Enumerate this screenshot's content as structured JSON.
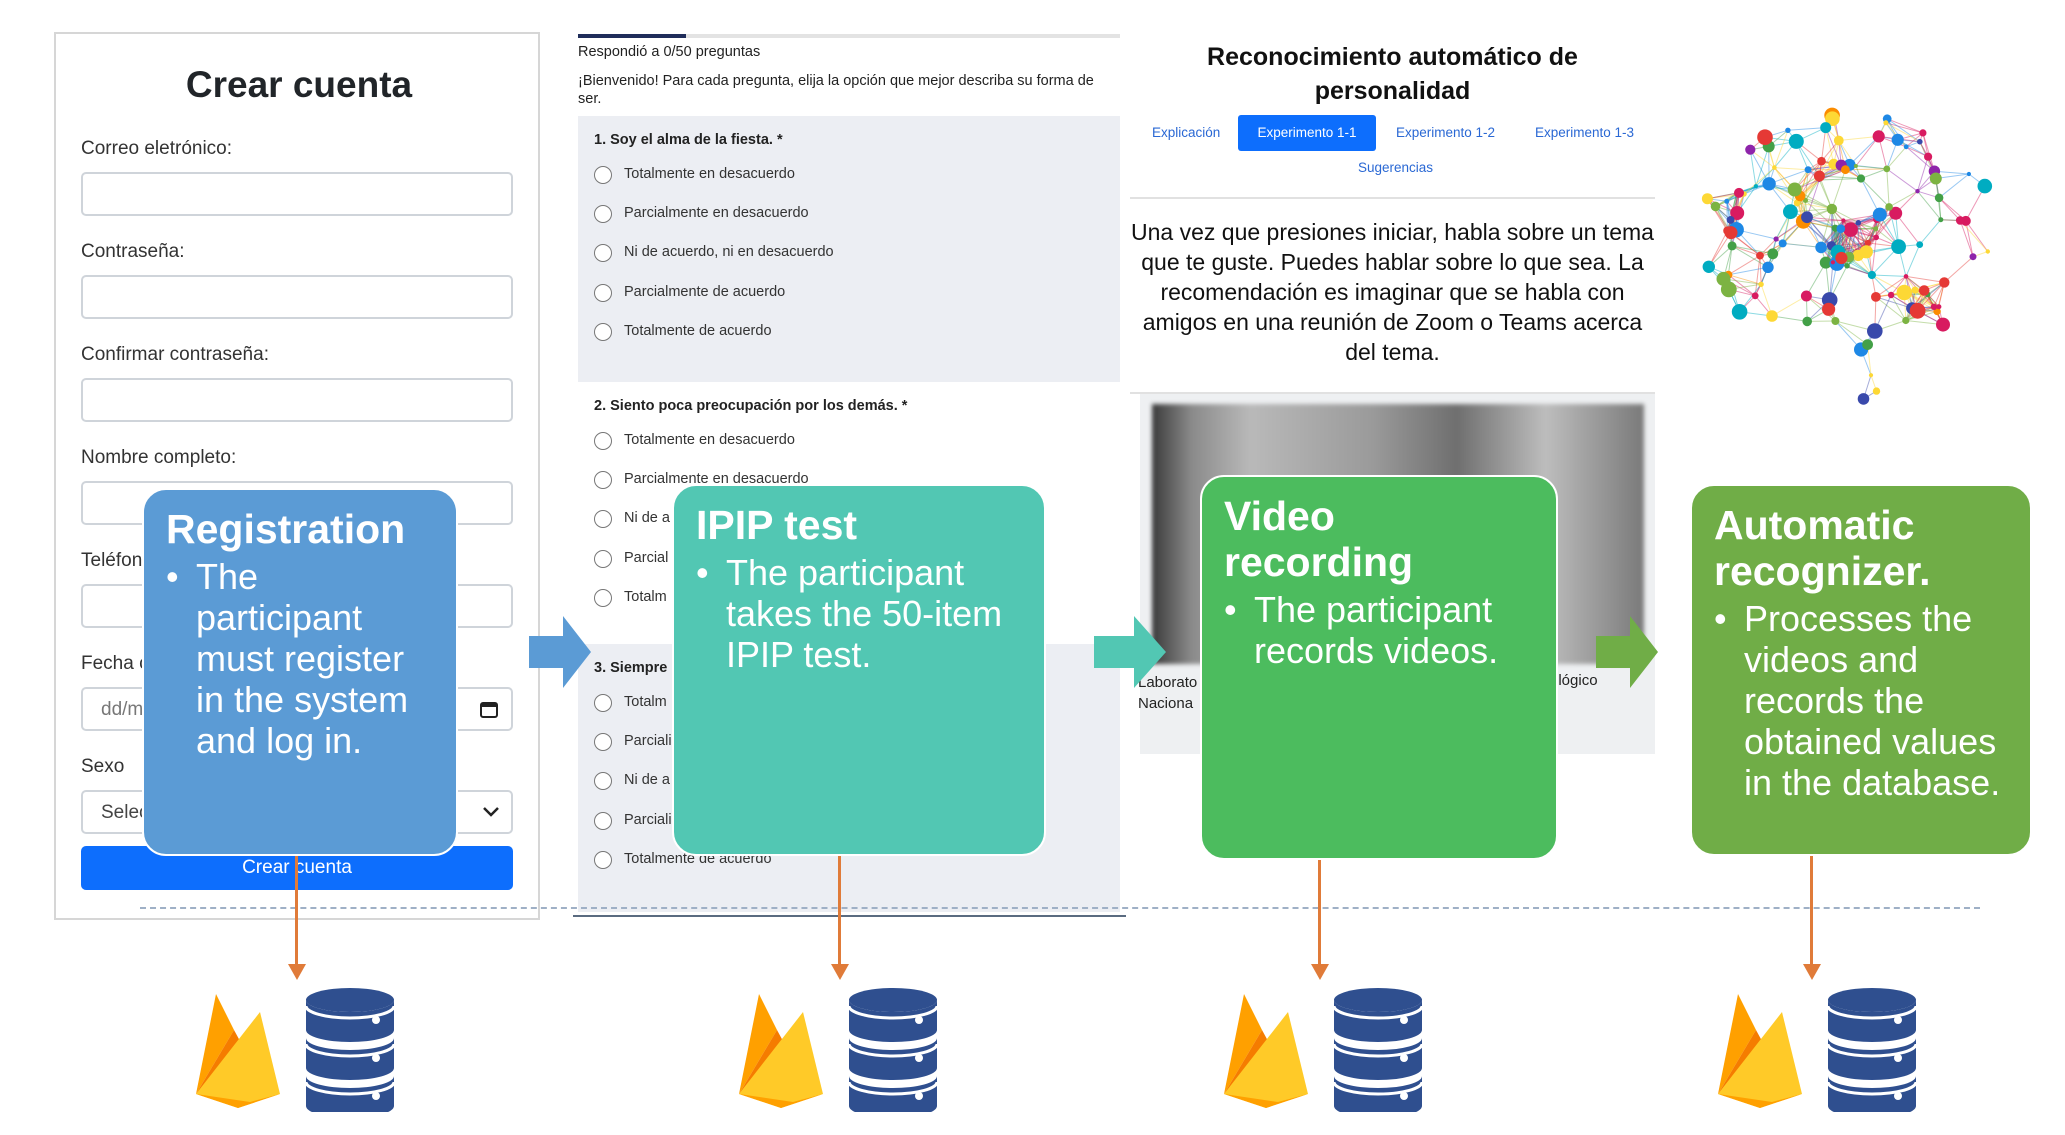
{
  "colors": {
    "step_registration": "#5b9bd5",
    "step_ipip": "#52c7b3",
    "step_video": "#4cbc5e",
    "step_recognizer": "#70ad47",
    "arrow_blue": "#5b9bd5",
    "arrow_teal": "#52c7b3",
    "arrow_green": "#70ad47",
    "connector": "#e07b39",
    "primary_button": "#0d6efd",
    "database": "#2f4f8f",
    "firebase_orange": "#f5820b",
    "firebase_yellow": "#ffca28"
  },
  "registration_form": {
    "title": "Crear cuenta",
    "fields": [
      {
        "label": "Correo eletrónico:",
        "value": ""
      },
      {
        "label": "Contraseña:",
        "value": ""
      },
      {
        "label": "Confirmar contraseña:",
        "value": ""
      },
      {
        "label": "Nombre completo:",
        "value": ""
      },
      {
        "label": "Teléfon",
        "value": ""
      },
      {
        "label": "Fecha c",
        "value": "dd/m"
      },
      {
        "label": "Sexo",
        "value": "Selec"
      }
    ],
    "submit_label": "Crear cuenta"
  },
  "ipip_form": {
    "progress_text": "Respondió a 0/50 preguntas",
    "progress_fraction": 0.2,
    "intro": "¡Bienvenido! Para cada pregunta, elija la opción que mejor describa su forma de ser.",
    "questions": [
      {
        "title": "1. Soy el alma de la fiesta. *",
        "options": [
          "Totalmente en desacuerdo",
          "Parcialmente en desacuerdo",
          "Ni de acuerdo, ni en desacuerdo",
          "Parcialmente de acuerdo",
          "Totalmente de acuerdo"
        ]
      },
      {
        "title": "2. Siento poca preocupación por los demás. *",
        "options": [
          "Totalmente en desacuerdo",
          "Parcialmente en desacuerdo",
          "Ni de a",
          "Parcial",
          "Totalm"
        ]
      },
      {
        "title": "3. Siempre",
        "options": [
          "Totalm",
          "Parciali",
          "Ni de a",
          "Parciali",
          "Totalmente de acuerdo"
        ]
      }
    ]
  },
  "recognition_app": {
    "title": "Reconocimiento automático de personalidad",
    "tabs": [
      "Explicación",
      "Experimento 1-1",
      "Experimento 1-2",
      "Experimento 1-3",
      "Sugerencias"
    ],
    "active_tab": "Experimento 1-1",
    "instructions": "Una vez que presiones iniciar, habla sobre un tema que te guste. Puedes hablar sobre lo que sea. La recomendación es imaginar que se habla con amigos en una reunión de Zoom o Teams acerca del tema.",
    "caption_left_line1": "Laborato",
    "caption_left_line2": "Naciona",
    "caption_right": "ológico"
  },
  "steps": [
    {
      "title": "Registration",
      "body": "The participant must register in the system and log in."
    },
    {
      "title": "IPIP test",
      "body": "The participant takes the 50-item IPIP test."
    },
    {
      "title": "Video recording",
      "body": "The participant records videos."
    },
    {
      "title": "Automatic recognizer.",
      "body": "Processes the videos and records the obtained values in the database."
    }
  ],
  "icons": {
    "firebase": "firebase-icon",
    "database": "database-icon",
    "brain": "brain-network-icon",
    "calendar": "calendar-icon",
    "chevron": "chevron-down-icon"
  }
}
